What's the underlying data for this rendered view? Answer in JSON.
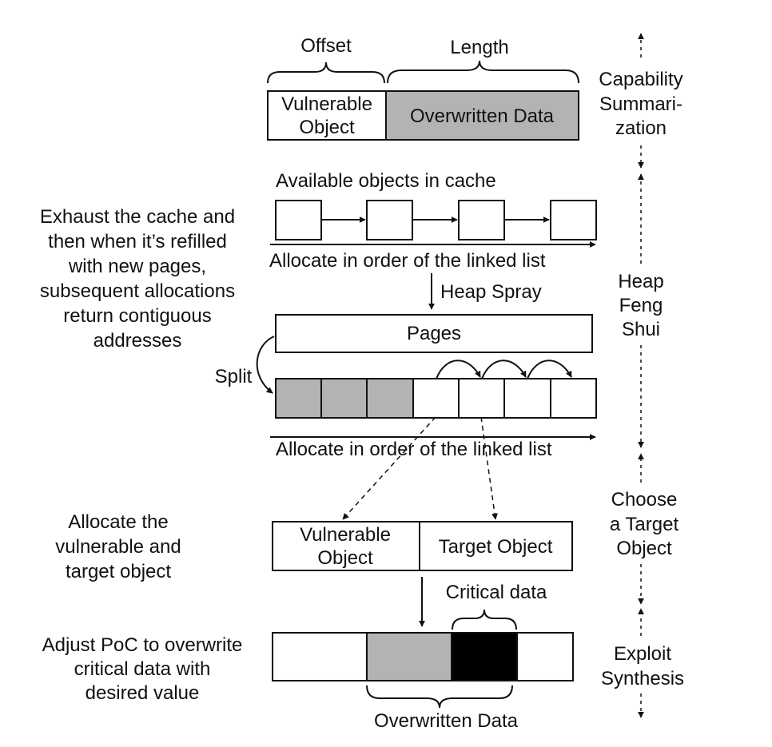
{
  "colors": {
    "ink": "#111111",
    "gray_fill": "#b3b3b3",
    "black_fill": "#000000",
    "white_fill": "#ffffff"
  },
  "capability": {
    "offset_label": "Offset",
    "length_label": "Length",
    "vulnerable_object": [
      "Vulnerable",
      "Object"
    ],
    "overwritten_data": "Overwritten Data"
  },
  "stages": {
    "capability_summarization": [
      "Capability",
      "Summari-",
      "zation"
    ],
    "heap_feng_shui": [
      "Heap",
      "Feng",
      "Shui"
    ],
    "choose_target": [
      "Choose",
      "a Target",
      "Object"
    ],
    "exploit_synthesis": [
      "Exploit",
      "Synthesis"
    ]
  },
  "heap": {
    "available_objects": "Available objects in cache",
    "allocate_order_1": "Allocate in order of the linked list",
    "heap_spray": "Heap Spray",
    "pages": "Pages",
    "split": "Split",
    "allocate_order_2": "Allocate in order of the linked list",
    "exhaust_note": [
      "Exhaust the cache and",
      "then when it’s refilled",
      "with new pages,",
      "subsequent allocations",
      "return contiguous",
      "addresses"
    ]
  },
  "choose": {
    "note": [
      "Allocate the",
      "vulnerable and",
      "target object"
    ],
    "vulnerable_object": [
      "Vulnerable",
      "Object"
    ],
    "target_object": "Target Object"
  },
  "exploit": {
    "critical_data": "Critical data",
    "note": [
      "Adjust PoC to overwrite",
      "critical data with",
      "desired value"
    ],
    "overwritten_data": "Overwritten Data"
  }
}
